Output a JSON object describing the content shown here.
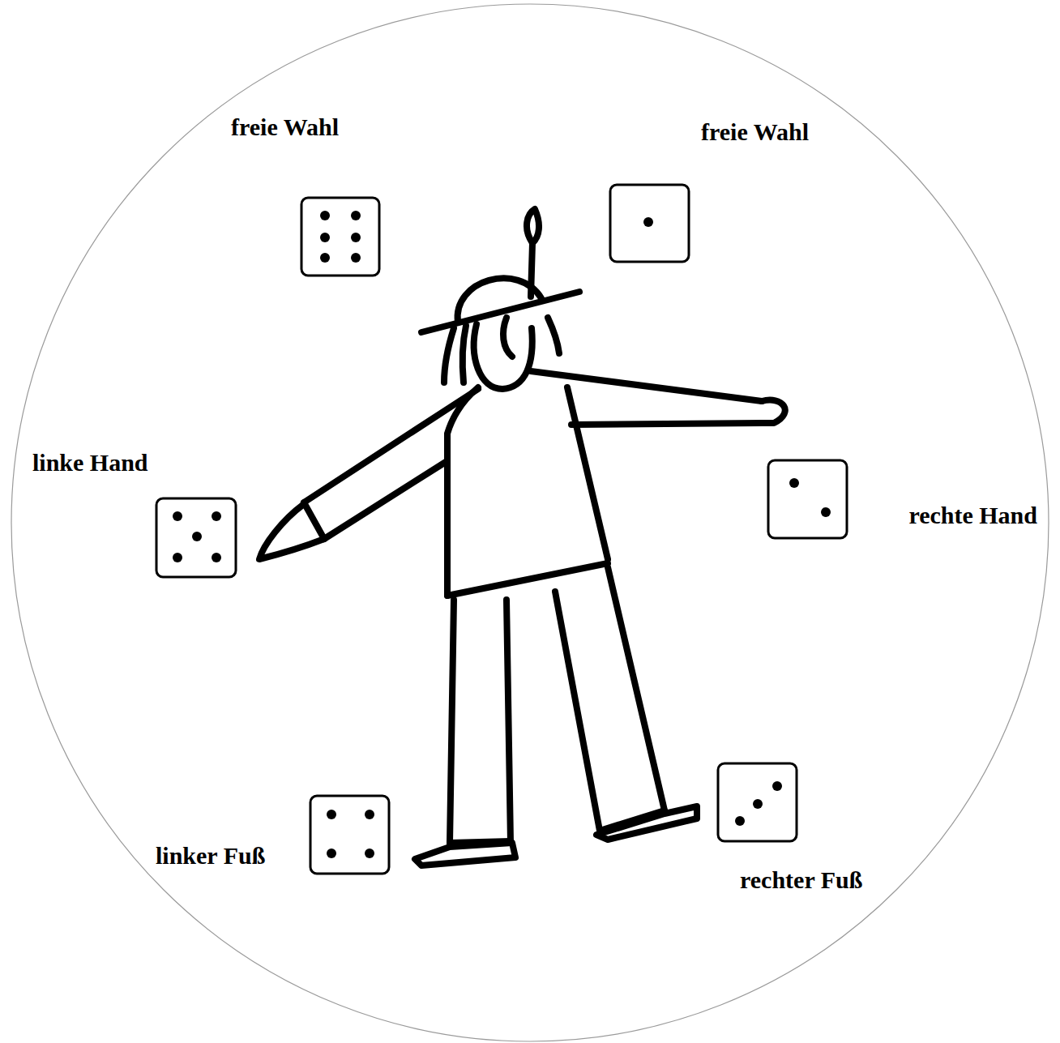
{
  "diagram": {
    "labels": [
      "freie Wahl",
      "freie Wahl",
      "linke Hand",
      "rechte Hand",
      "linker Fuß",
      "rechter Fuß"
    ]
  }
}
